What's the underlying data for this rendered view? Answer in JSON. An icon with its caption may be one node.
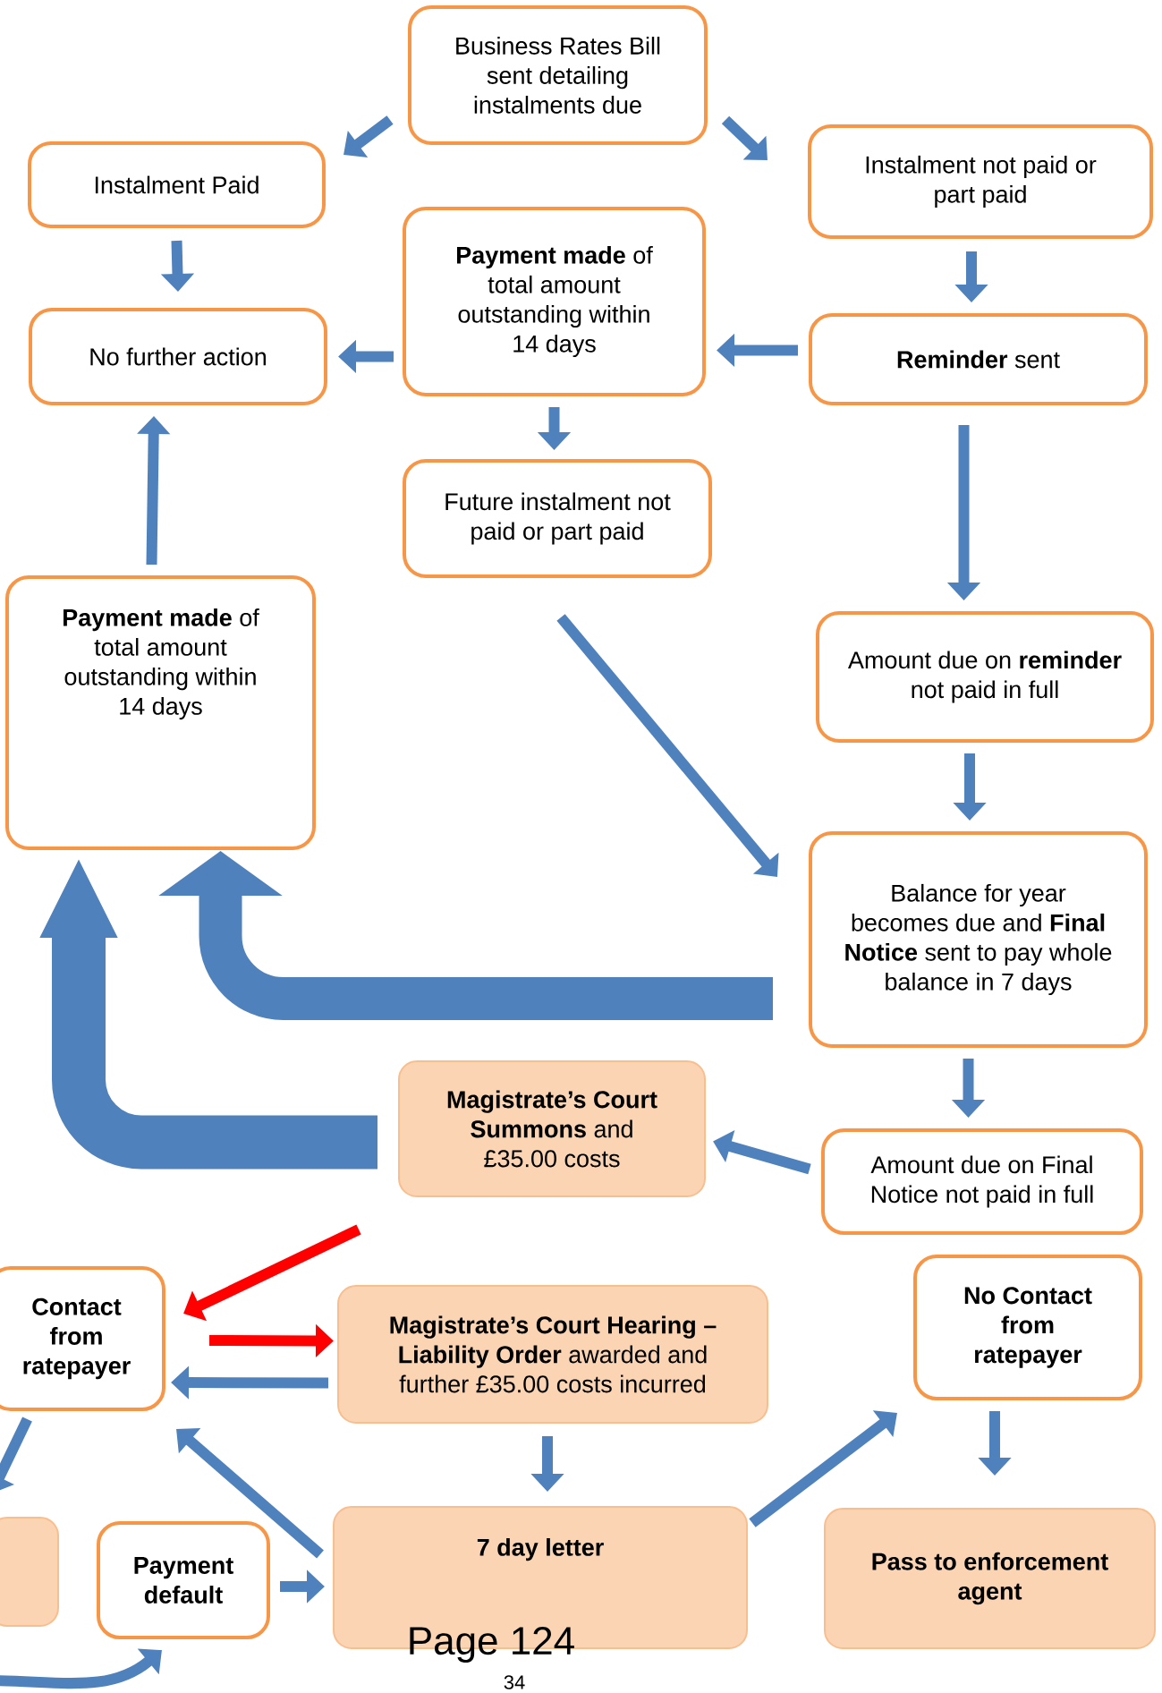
{
  "diagram": {
    "nodes": [
      {
        "text": [
          "Business Rates Bill sent detailing instalments due"
        ]
      },
      {
        "text": [
          "Instalment Paid"
        ]
      },
      {
        "text": [
          "Instalment not paid or part paid"
        ]
      },
      {
        "text": [
          "**Payment made** of total amount outstanding within 14 days"
        ]
      },
      {
        "text": [
          "No further action"
        ]
      },
      {
        "text": [
          "**Reminder** sent"
        ]
      },
      {
        "text": [
          "Future instalment not paid or part paid"
        ]
      },
      {
        "text": [
          "**Payment made** of total amount outstanding within 14 days"
        ]
      },
      {
        "text": [
          "Amount due on **reminder** not paid in full"
        ]
      },
      {
        "text": [
          "Balance for year becomes due and **Final Notice** sent to pay whole balance in 7 days"
        ]
      },
      {
        "text": [
          "**Magistrate’s Court Summons** and £35.00 costs"
        ]
      },
      {
        "text": [
          "Amount due on Final Notice not paid in full"
        ]
      },
      {
        "text": [
          "Contact from ratepayer"
        ]
      },
      {
        "text": [
          "**Magistrate’s Court Hearing – Liability Order** awarded and further £35.00 costs incurred"
        ]
      },
      {
        "text": [
          "No Contact from ratepayer"
        ]
      },
      {
        "text": [],
        "shape": "box"
      },
      {
        "text": [
          "Payment default"
        ]
      },
      {
        "text": [
          "7 day letter"
        ]
      },
      {
        "text": [
          "Pass to enforcement agent"
        ]
      }
    ],
    "edges": [
      {
        "from": 0,
        "to": 1,
        "arrow": "to"
      },
      {
        "from": 0,
        "to": 2,
        "arrow": "to"
      },
      {
        "from": 1,
        "to": 4,
        "arrow": "to"
      },
      {
        "from": 2,
        "to": 5,
        "arrow": "to"
      },
      {
        "from": 3,
        "to": 4,
        "arrow": "to"
      },
      {
        "from": 5,
        "to": 3,
        "arrow": "to"
      },
      {
        "from": 3,
        "to": 6,
        "arrow": "to"
      },
      {
        "from": 5,
        "to": 8,
        "arrow": "to"
      },
      {
        "from": 6,
        "to": 9,
        "arrow": "to"
      },
      {
        "from": 8,
        "to": 9,
        "arrow": "to"
      },
      {
        "from": 9,
        "to": 7,
        "arrow": "to",
        "style": "thick"
      },
      {
        "from": 10,
        "to": 7,
        "arrow": "to",
        "style": "thick"
      },
      {
        "from": 9,
        "to": 11,
        "arrow": "to"
      },
      {
        "from": 11,
        "to": 10,
        "arrow": "to"
      },
      {
        "from": 10,
        "to": 12,
        "arrow": "to",
        "color": "#ff0000"
      },
      {
        "from": 12,
        "to": 13,
        "arrow": "to",
        "color": "#ff0000"
      },
      {
        "from": 13,
        "to": 12,
        "arrow": "to"
      },
      {
        "from": 13,
        "to": 17,
        "arrow": "to"
      },
      {
        "from": 17,
        "to": 12,
        "arrow": "to"
      },
      {
        "from": 16,
        "to": 17,
        "arrow": "to"
      },
      {
        "from": 17,
        "to": 14,
        "arrow": "to"
      },
      {
        "from": 14,
        "to": 18,
        "arrow": "to"
      },
      {
        "from": 12,
        "to": 15,
        "arrow": "to"
      },
      {
        "from": 15,
        "to": 16,
        "arrow": "to"
      },
      {
        "from": 7,
        "to": 4,
        "arrow": "to"
      }
    ],
    "labels": [
      "Page 124",
      "34"
    ]
  }
}
